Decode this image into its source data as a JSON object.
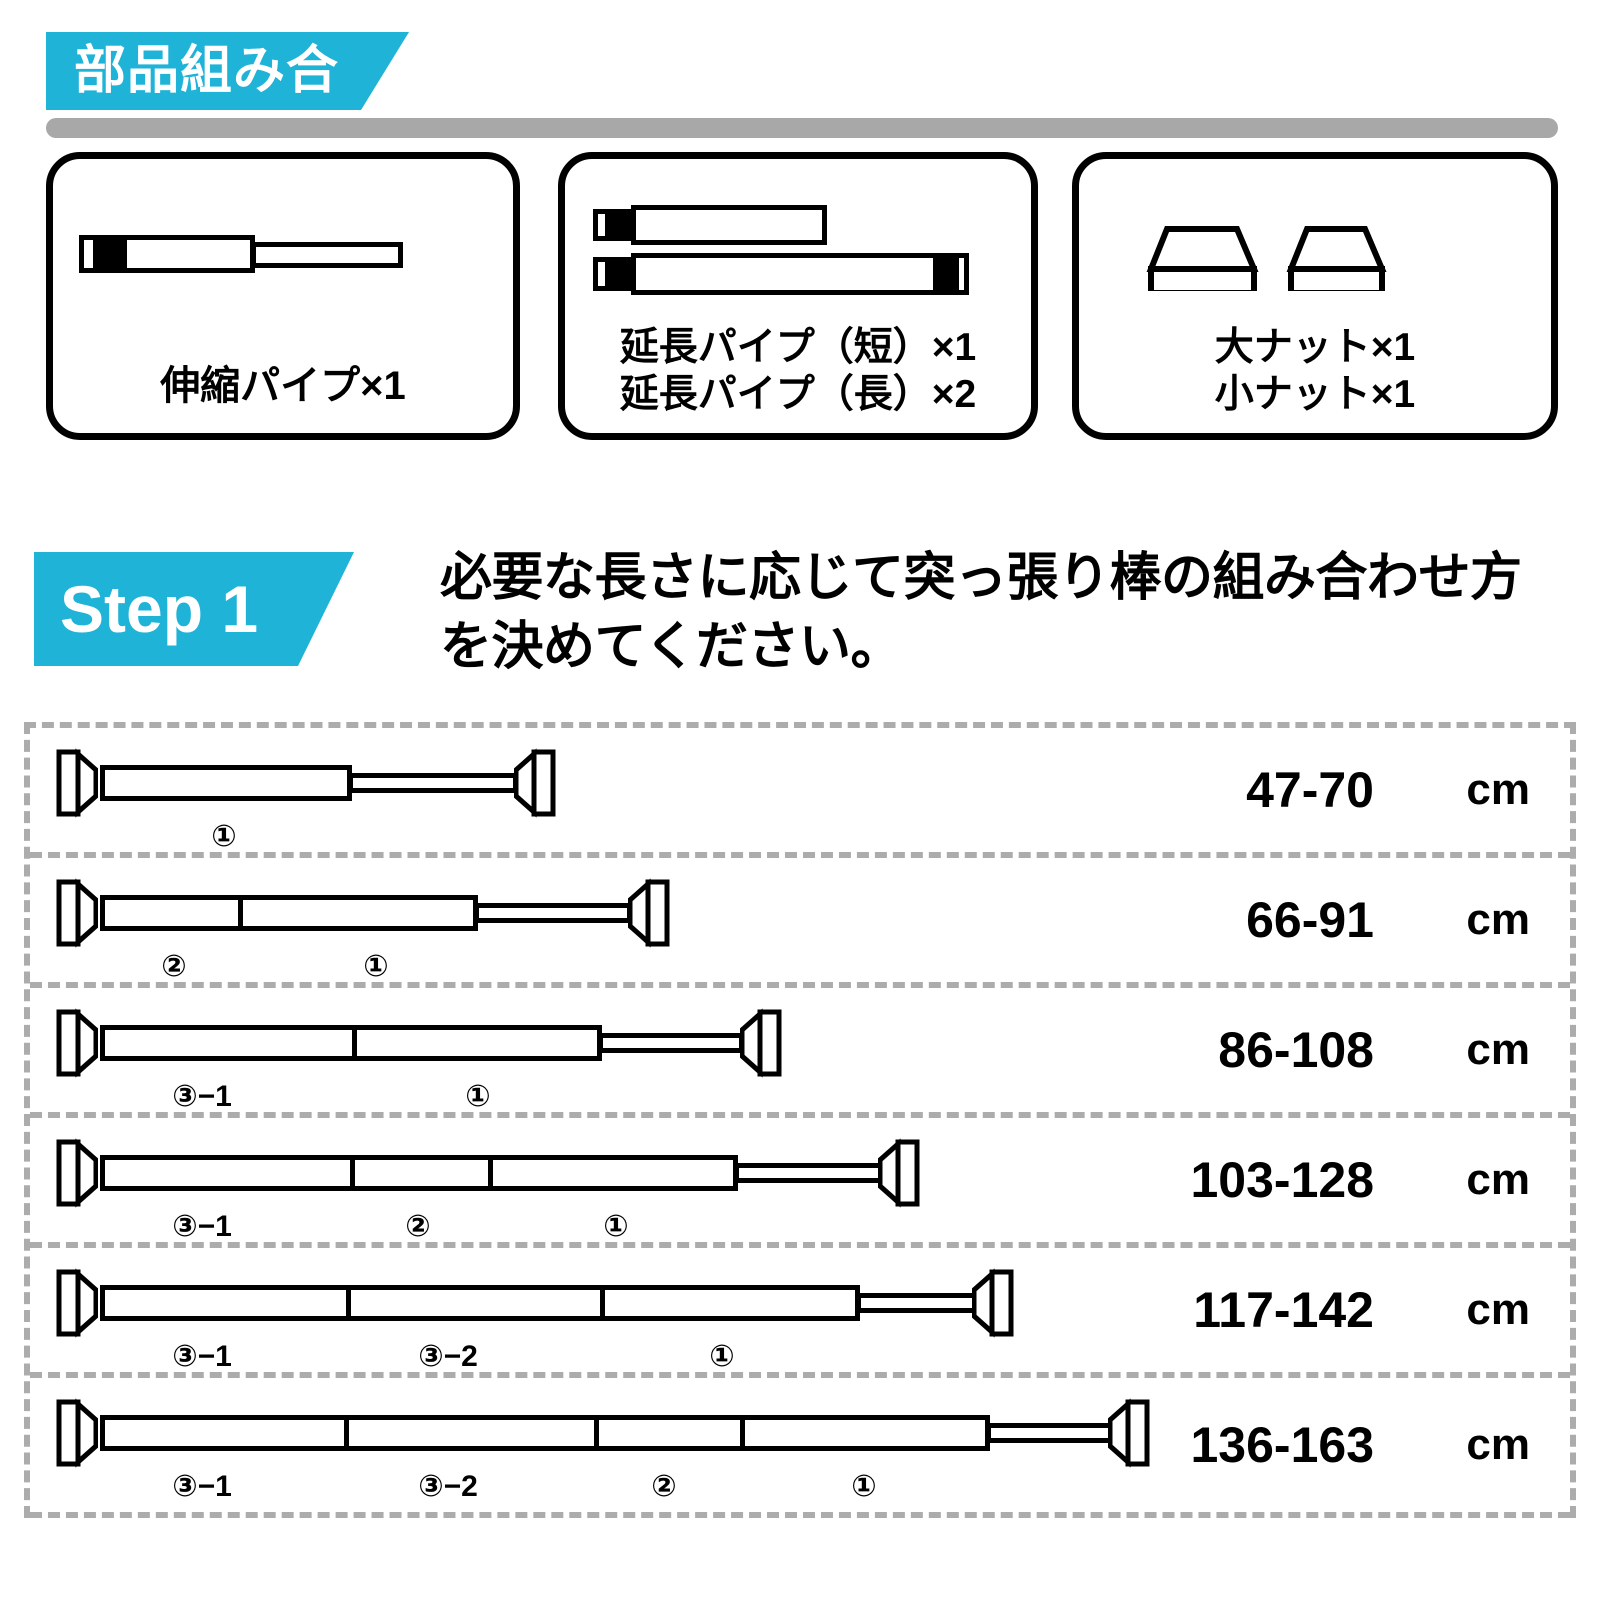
{
  "header": {
    "banner_label": "部品組み合",
    "accent_color": "#1FB3D8",
    "bar_color": "#A8A8A8"
  },
  "parts": {
    "boxes": [
      {
        "id": "telescoping-pipe",
        "label": "伸縮パイプ×1",
        "label_line2": ""
      },
      {
        "id": "extension-pipes",
        "label": "延長パイプ（短）×1",
        "label_line2": "延長パイプ（長）×2"
      },
      {
        "id": "nuts",
        "label": "大ナット×1",
        "label_line2": "小ナット×1"
      }
    ]
  },
  "step": {
    "badge": "Step 1",
    "description": "必要な長さに応じて突っ張り棒の組み合わせ方を決めてください。"
  },
  "combinations": {
    "unit": "cm",
    "rows": [
      {
        "markers": [
          "①"
        ],
        "length": "47-70",
        "unit": "cm"
      },
      {
        "markers": [
          "②",
          "①"
        ],
        "length": "66-91",
        "unit": "cm"
      },
      {
        "markers": [
          "③−1",
          "①"
        ],
        "length": "86-108",
        "unit": "cm"
      },
      {
        "markers": [
          "③−1",
          "②",
          "①"
        ],
        "length": "103-128",
        "unit": "cm"
      },
      {
        "markers": [
          "③−1",
          "③−2",
          "①"
        ],
        "length": "117-142",
        "unit": "cm"
      },
      {
        "markers": [
          "③−1",
          "③−2",
          "②",
          "①"
        ],
        "length": "136-163",
        "unit": "cm"
      }
    ]
  }
}
